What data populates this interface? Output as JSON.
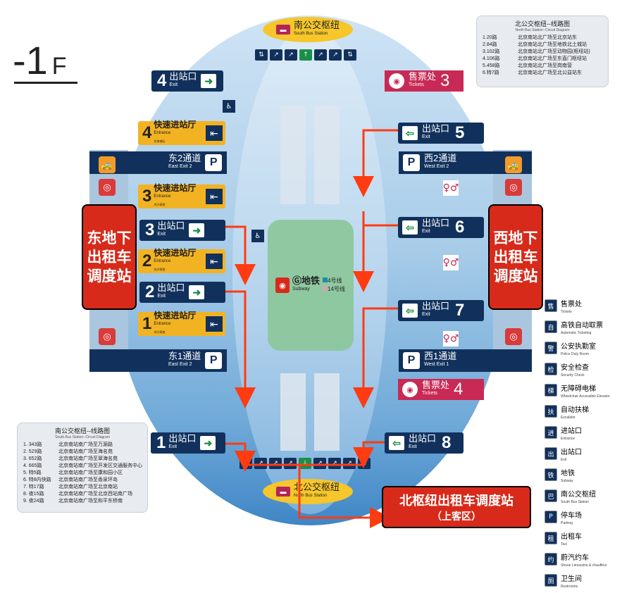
{
  "floor": {
    "num": "-1",
    "suffix": "F"
  },
  "south_bus": {
    "cn": "南公交枢纽",
    "en": "South Bus Station"
  },
  "north_bus": {
    "cn": "北公交枢纽",
    "en": "North Bus Station"
  },
  "north_info": {
    "title": "北公交枢纽--线路图",
    "sub": "North Bus Station--Circuit Diagram",
    "rows": [
      [
        "1.20路",
        "北京南站北广场至北京站东"
      ],
      [
        "2.84路",
        "北京南站北广场至地铁北土城站"
      ],
      [
        "3.102路",
        "北京南站北广场至动物园(枢纽站)"
      ],
      [
        "4.106路",
        "北京南站北广场至东直门枢纽站"
      ],
      [
        "5.458路",
        "北京南站北广场至岗南营"
      ],
      [
        "6.特7路",
        "北京南站北广场至北公益站东"
      ]
    ]
  },
  "south_info": {
    "title": "南公交枢纽--线路图",
    "sub": "South Bus Station--Circuit Diagram",
    "rows": [
      [
        "1. 343路",
        "北京南站南广场至万源路"
      ],
      [
        "2. 529路",
        "北京南站南广场至海名苑"
      ],
      [
        "3. 652路",
        "北京南站南广场至翠海名苑"
      ],
      [
        "4. 665路",
        "北京南站南广场至开发区交通服务中心"
      ],
      [
        "5. 特5路",
        "北京南站南广场至康和园小区"
      ],
      [
        "6. 特8内快路",
        "北京南站南广场至香泉环岛"
      ],
      [
        "7. 特17路",
        "北京南站南广场至北京南站"
      ],
      [
        "8. 夜15路",
        "北京南站南广场至北京西站南广场"
      ],
      [
        "9. 夜24路",
        "北京南站南广场至和平东桥南"
      ]
    ]
  },
  "exits": {
    "e1": {
      "num": "1",
      "cn": "出站口",
      "en": "Exit"
    },
    "e2": {
      "num": "2",
      "cn": "出站口",
      "en": "Exit"
    },
    "e3": {
      "num": "3",
      "cn": "出站口",
      "en": "Exit"
    },
    "e4": {
      "num": "4",
      "cn": "出站口",
      "en": "Exit"
    },
    "e5": {
      "num": "5",
      "cn": "出站口",
      "en": "Exit"
    },
    "e6": {
      "num": "6",
      "cn": "出站口",
      "en": "Exit"
    },
    "e7": {
      "num": "7",
      "cn": "出站口",
      "en": "Exit"
    },
    "e8": {
      "num": "8",
      "cn": "出站口",
      "en": "Exit"
    }
  },
  "entrances": {
    "n1": {
      "num": "1",
      "cn": "快速进站厅",
      "en": "Entrance",
      "sub": "京沪高铁"
    },
    "n2": {
      "num": "2",
      "cn": "快速进站厅",
      "en": "Entrance",
      "sub": "京沪高铁"
    },
    "n3": {
      "num": "3",
      "cn": "快速进站厅",
      "en": "Entrance",
      "sub": "京沪高铁"
    },
    "n4": {
      "num": "4",
      "cn": "快速进站厅",
      "en": "Entrance",
      "sub": "京津城际"
    }
  },
  "passages": {
    "east2": {
      "cn": "东2通道",
      "en": "East Exit 2"
    },
    "east1": {
      "cn": "东1通道",
      "en": "East Exit 2"
    },
    "west2": {
      "cn": "西2通道",
      "en": "West Exit 2"
    },
    "west1": {
      "cn": "西1通道",
      "en": "West Exit 1"
    }
  },
  "tickets": {
    "t3": {
      "num": "3",
      "cn": "售票处",
      "en": "Tickets"
    },
    "t4": {
      "num": "4",
      "cn": "售票处",
      "en": "Tickets"
    }
  },
  "subway": {
    "cn": "地铁",
    "en": "Subway",
    "l4": "4",
    "l14": "14"
  },
  "taxi_east": "东地下出租车调度站",
  "taxi_west": "西地下出租车调度站",
  "taxi_north": {
    "cn": "北枢纽出租车调度站",
    "sub": "（上客区）"
  },
  "legend": [
    {
      "icon": "售",
      "cn": "售票处",
      "en": "Tickets"
    },
    {
      "icon": "自",
      "cn": "高铁自动取票",
      "en": "Automatic Ticketing"
    },
    {
      "icon": "警",
      "cn": "公安执勤室",
      "en": "Police Duty Room"
    },
    {
      "icon": "检",
      "cn": "安全检查",
      "en": "Security Check"
    },
    {
      "icon": "梯",
      "cn": "无障碍电梯",
      "en": "Wheelchair Accessible Elevator"
    },
    {
      "icon": "扶",
      "cn": "自动扶梯",
      "en": "Escalator"
    },
    {
      "icon": "进",
      "cn": "进站口",
      "en": "Entrance"
    },
    {
      "icon": "出",
      "cn": "出站口",
      "en": "Exit"
    },
    {
      "icon": "铁",
      "cn": "地铁",
      "en": "Subway"
    },
    {
      "icon": "巴",
      "cn": "南公交枢纽",
      "en": "South Bus Station"
    },
    {
      "icon": "P",
      "cn": "停车场",
      "en": "Parking"
    },
    {
      "icon": "租",
      "cn": "出租车",
      "en": "Taxi"
    },
    {
      "icon": "约",
      "cn": "蔚汽约车",
      "en": "Shoue Limousine & chauffeur"
    },
    {
      "icon": "厕",
      "cn": "卫生间",
      "en": "Restrooms"
    }
  ],
  "colors": {
    "navy": "#11315c",
    "yellow": "#f2b322",
    "taxi_red": "#d72a1a",
    "arrow_red": "#ff3b12",
    "ticket_pink": "#c82a55"
  }
}
